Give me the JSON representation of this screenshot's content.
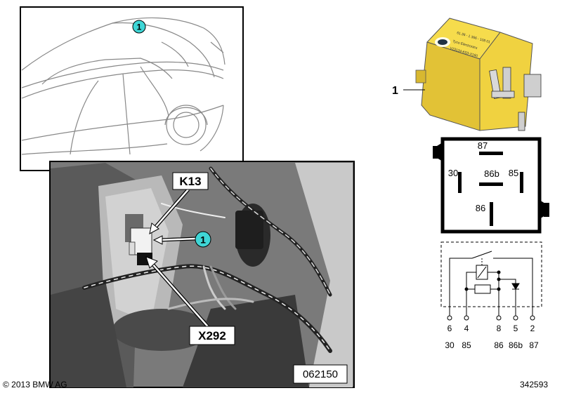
{
  "car_view": {
    "callout": "1"
  },
  "photo": {
    "label_relay": "K13",
    "label_connector": "X292",
    "callout": "1",
    "photo_number": "062150"
  },
  "relay": {
    "item_number": "1"
  },
  "pinout": {
    "pin_87": "87",
    "pin_30": "30",
    "pin_86b": "86b",
    "pin_85": "85",
    "pin_86": "86"
  },
  "schematic": {
    "pin_positions": [
      "6",
      "4",
      "8",
      "5",
      "2"
    ],
    "pin_functions": [
      "30",
      "85",
      "86",
      "86b",
      "87"
    ]
  },
  "footer": {
    "copyright": "© 2013 BMW AG",
    "diagram_number": "342593"
  }
}
